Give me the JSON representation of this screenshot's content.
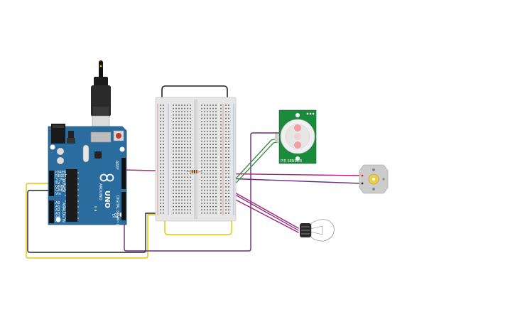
{
  "arduino": {
    "model_label": "UNO",
    "brand_label": "ARDUINO",
    "power_header_label": "POWER",
    "analog_header_label": "ANALOG IN",
    "digital_header_label": "DIGITAL (PWM~)",
    "tx_label": "TX",
    "rx_label": "RX",
    "aref_label": "AREF",
    "gnd_label": "GND",
    "pins_power": [
      "IOREF",
      "RESET",
      "3.3V",
      "5V",
      "GND",
      "GND",
      "Vin"
    ],
    "pins_analog": [
      "A0",
      "A1",
      "A2",
      "A3",
      "A4",
      "A5"
    ]
  },
  "pir_sensor": {
    "label": "PIR SENSOR"
  },
  "colors": {
    "arduino_board": "#2b6c9e",
    "breadboard": "#e6e6e6",
    "pir_board": "#1a8a3c",
    "wire_magenta": "#b01e7a",
    "wire_purple": "#6b2a7a",
    "wire_yellow": "#e8c400",
    "wire_black": "#222222",
    "wire_green": "#2e8b3a",
    "motor": "#cccccc",
    "motor_center": "#e8d04a"
  }
}
